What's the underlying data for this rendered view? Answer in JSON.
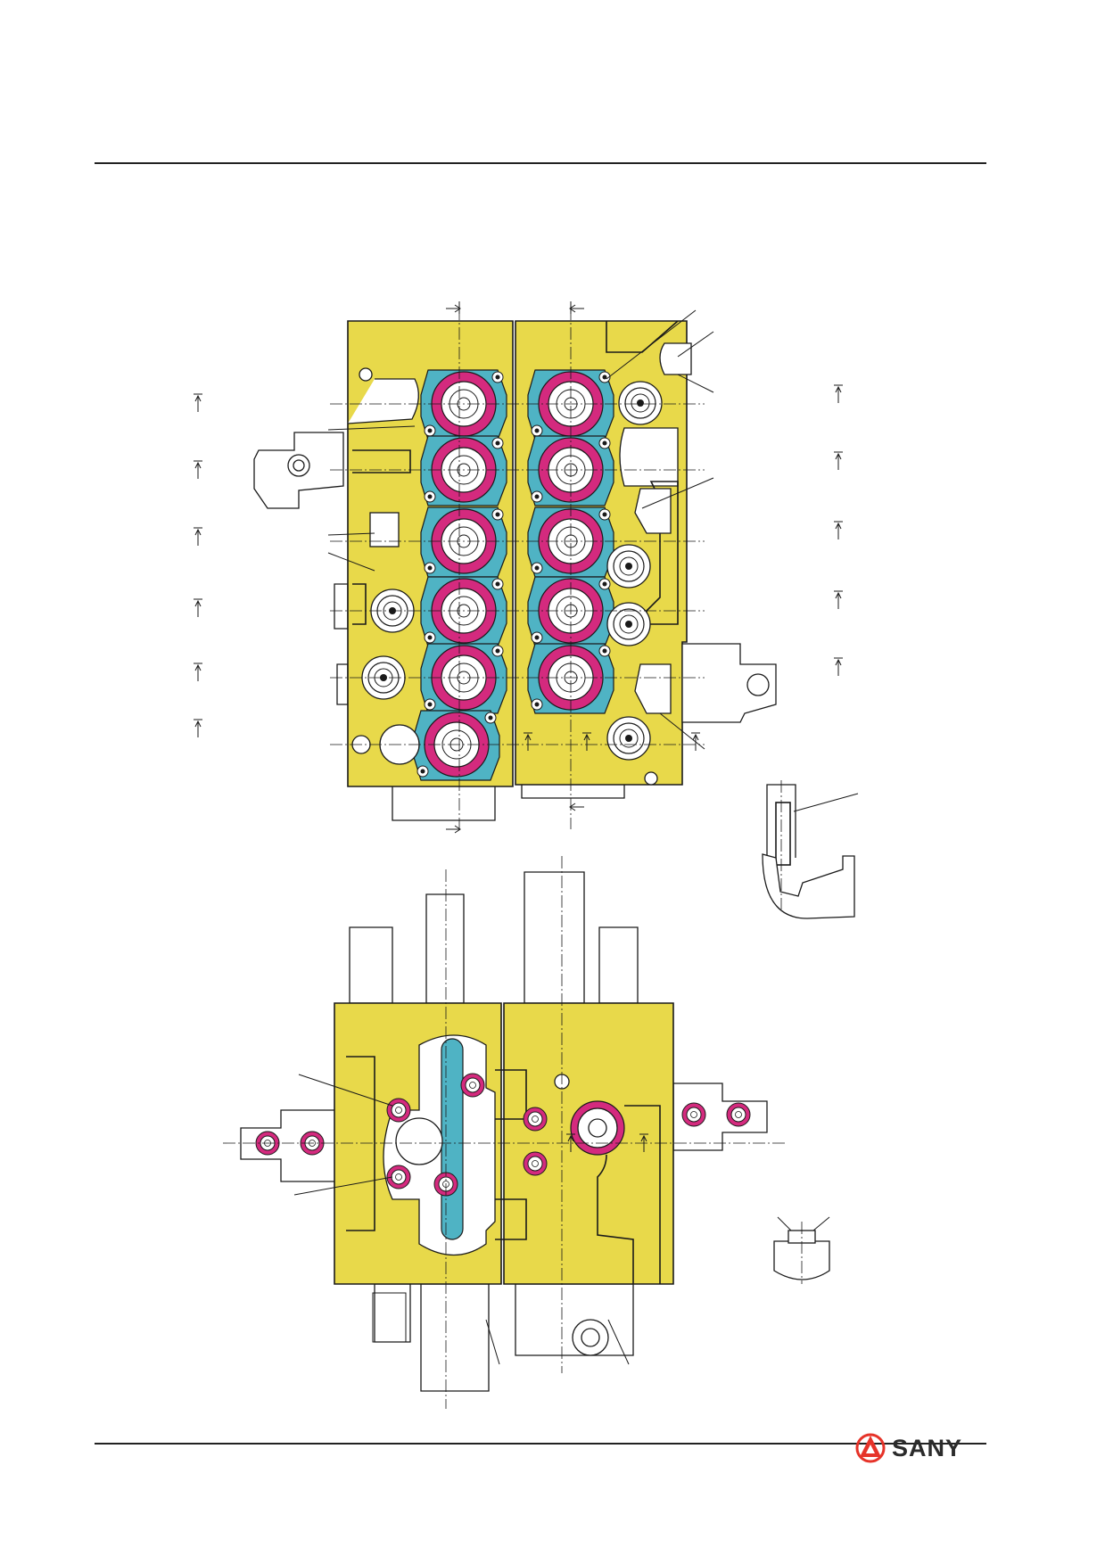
{
  "header": {
    "rule": "top-rule"
  },
  "footer": {
    "rule": "bottom-rule"
  },
  "brand": {
    "name": "SANY",
    "mark_color": "#e63329"
  },
  "palette": {
    "body": "#e8d94a",
    "seal": "#d42a7e",
    "flange": "#4fb3c4",
    "ink": "#1a1a1a",
    "paper": "#ffffff"
  }
}
